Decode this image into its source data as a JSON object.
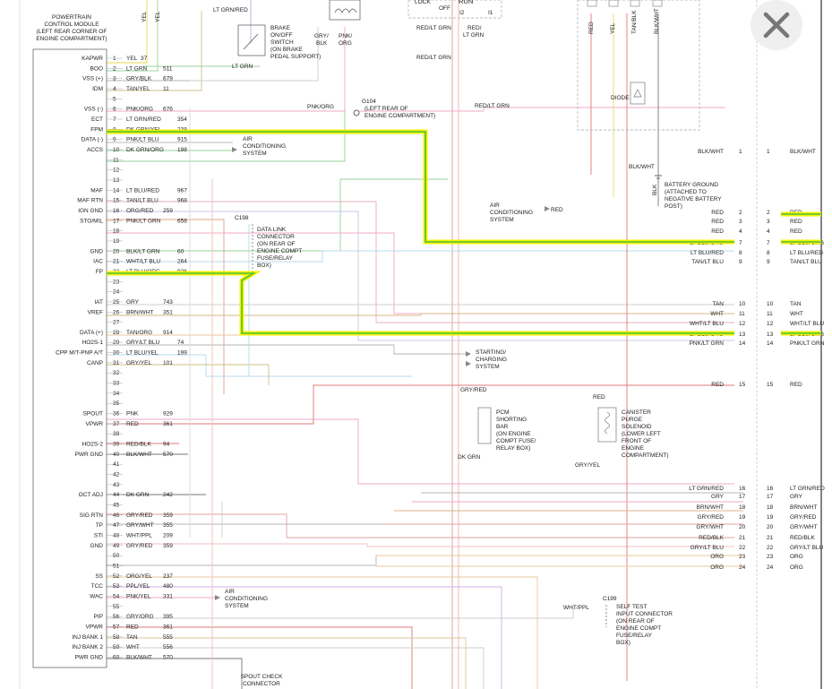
{
  "pcm": {
    "title": [
      "POWERTRAIN",
      "CONTROL MODULE",
      "(LEFT REAR CORNER OF",
      "ENGINE COMPARTMENT)"
    ],
    "pins": [
      {
        "n": "1",
        "sig": "KAPWR",
        "wire": "YEL",
        "circ": "37"
      },
      {
        "n": "2",
        "sig": "BOO",
        "wire": "LT GRN",
        "circ": "511"
      },
      {
        "n": "3",
        "sig": "VSS (+)",
        "wire": "GRY/BLK",
        "circ": "679"
      },
      {
        "n": "4",
        "sig": "IDM",
        "wire": "TAN/YEL",
        "circ": "11"
      },
      {
        "n": "5",
        "sig": "",
        "wire": "",
        "circ": ""
      },
      {
        "n": "6",
        "sig": "VSS (-)",
        "wire": "PNK/ORG",
        "circ": "676"
      },
      {
        "n": "7",
        "sig": "ECT",
        "wire": "LT GRN/RED",
        "circ": "354"
      },
      {
        "n": "8",
        "sig": "FPM",
        "wire": "DK GRN/YEL",
        "circ": "238"
      },
      {
        "n": "9",
        "sig": "DATA (-)",
        "wire": "PNK/LT BLU",
        "circ": "915"
      },
      {
        "n": "10",
        "sig": "ACCS",
        "wire": "DK GRN/ORG",
        "circ": "198"
      },
      {
        "n": "11",
        "sig": "",
        "wire": "",
        "circ": ""
      },
      {
        "n": "12",
        "sig": "",
        "wire": "",
        "circ": ""
      },
      {
        "n": "13",
        "sig": "",
        "wire": "",
        "circ": ""
      },
      {
        "n": "14",
        "sig": "MAF",
        "wire": "LT BLU/RED",
        "circ": "967"
      },
      {
        "n": "15",
        "sig": "MAF RTN",
        "wire": "TAN/LT BLU",
        "circ": "968"
      },
      {
        "n": "16",
        "sig": "IGN GND",
        "wire": "ORG/RED",
        "circ": "259"
      },
      {
        "n": "17",
        "sig": "STO/MIL",
        "wire": "PNK/LT GRN",
        "circ": "658"
      },
      {
        "n": "18",
        "sig": "",
        "wire": "",
        "circ": ""
      },
      {
        "n": "19",
        "sig": "",
        "wire": "",
        "circ": ""
      },
      {
        "n": "20",
        "sig": "GND",
        "wire": "BLK/LT GRN",
        "circ": "60"
      },
      {
        "n": "21",
        "sig": "IAC",
        "wire": "WHT/LT BLU",
        "circ": "264"
      },
      {
        "n": "22",
        "sig": "FP",
        "wire": "LT BLU/ORG",
        "circ": "926"
      },
      {
        "n": "23",
        "sig": "",
        "wire": "",
        "circ": ""
      },
      {
        "n": "24",
        "sig": "",
        "wire": "",
        "circ": ""
      },
      {
        "n": "25",
        "sig": "IAT",
        "wire": "GRY",
        "circ": "743"
      },
      {
        "n": "26",
        "sig": "VREF",
        "wire": "BRN/WHT",
        "circ": "351"
      },
      {
        "n": "27",
        "sig": "",
        "wire": "",
        "circ": ""
      },
      {
        "n": "28",
        "sig": "DATA (+)",
        "wire": "TAN/ORG",
        "circ": "914"
      },
      {
        "n": "29",
        "sig": "HO2S-1",
        "wire": "GRY/LT BLU",
        "circ": "74"
      },
      {
        "n": "30",
        "sig": "CPP M/T-PNP A/T",
        "wire": "LT BLU/YEL",
        "circ": "199"
      },
      {
        "n": "31",
        "sig": "CANP",
        "wire": "GRY/YEL",
        "circ": "101"
      },
      {
        "n": "32",
        "sig": "",
        "wire": "",
        "circ": ""
      },
      {
        "n": "33",
        "sig": "",
        "wire": "",
        "circ": ""
      },
      {
        "n": "34",
        "sig": "",
        "wire": "",
        "circ": ""
      },
      {
        "n": "35",
        "sig": "",
        "wire": "",
        "circ": ""
      },
      {
        "n": "36",
        "sig": "SPOUT",
        "wire": "PNK",
        "circ": "929"
      },
      {
        "n": "37",
        "sig": "VPWR",
        "wire": "RED",
        "circ": "361"
      },
      {
        "n": "38",
        "sig": "",
        "wire": "",
        "circ": ""
      },
      {
        "n": "39",
        "sig": "HO2S-2",
        "wire": "RED/BLK",
        "circ": "94"
      },
      {
        "n": "40",
        "sig": "PWR GND",
        "wire": "BLK/WHT",
        "circ": "570"
      },
      {
        "n": "41",
        "sig": "",
        "wire": "",
        "circ": ""
      },
      {
        "n": "42",
        "sig": "",
        "wire": "",
        "circ": ""
      },
      {
        "n": "43",
        "sig": "",
        "wire": "",
        "circ": ""
      },
      {
        "n": "44",
        "sig": "OCT ADJ",
        "wire": "DK GRN",
        "circ": "242"
      },
      {
        "n": "45",
        "sig": "",
        "wire": "",
        "circ": ""
      },
      {
        "n": "46",
        "sig": "SIG RTN",
        "wire": "GRY/RED",
        "circ": "359"
      },
      {
        "n": "47",
        "sig": "TP",
        "wire": "GRY/WHT",
        "circ": "355"
      },
      {
        "n": "48",
        "sig": "STI",
        "wire": "WHT/PPL",
        "circ": "209"
      },
      {
        "n": "49",
        "sig": "GND",
        "wire": "GRY/RED",
        "circ": "359"
      },
      {
        "n": "50",
        "sig": "",
        "wire": "",
        "circ": ""
      },
      {
        "n": "51",
        "sig": "",
        "wire": "",
        "circ": ""
      },
      {
        "n": "52",
        "sig": "SS",
        "wire": "ORG/YEL",
        "circ": "237"
      },
      {
        "n": "53",
        "sig": "TCC",
        "wire": "PPL/YEL",
        "circ": "480"
      },
      {
        "n": "54",
        "sig": "WAC",
        "wire": "PNK/YEL",
        "circ": "331"
      },
      {
        "n": "55",
        "sig": "",
        "wire": "",
        "circ": ""
      },
      {
        "n": "56",
        "sig": "PIP",
        "wire": "GRY/ORG",
        "circ": "395"
      },
      {
        "n": "57",
        "sig": "VPWR",
        "wire": "RED",
        "circ": "361"
      },
      {
        "n": "58",
        "sig": "INJ BANK 1",
        "wire": "TAN",
        "circ": "555"
      },
      {
        "n": "59",
        "sig": "INJ BANK 2",
        "wire": "WHT",
        "circ": "556"
      },
      {
        "n": "60",
        "sig": "PWR GND",
        "wire": "BLK/WHT",
        "circ": "570"
      }
    ]
  },
  "top": {
    "yel_1": "YEL",
    "yel_2": "YEL",
    "lt_grn_red": "LT GRN/RED",
    "lock": "LOCK",
    "off": "OFF",
    "run": "RUN",
    "i2": "I2",
    "i1": "I1",
    "red_lt_grn_1": "RED/LT GRN",
    "red_lt_grn_2": "RED/\nLT GRN",
    "red_lt_grn_3": "RED/LT GRN",
    "lt_grn": "LT GRN",
    "gry_blk": "GRY/\nBLK",
    "pnk_org": "PNK/\nORG",
    "brake_switch": [
      "BRAKE",
      "ON/OFF",
      "SWITCH",
      "(ON BRAKE",
      "PEDAL SUPPORT)"
    ]
  },
  "g104": {
    "label": "G104",
    "desc": [
      "(LEFT REAR OF",
      "ENGINE COMPARTMENT)"
    ],
    "pnk_org": "PNK/ORG",
    "red_lt_grn": "RED/LT GRN"
  },
  "ac_1": [
    "AIR",
    "CONDITIONING",
    "SYSTEM"
  ],
  "ac_2": [
    "AIR",
    "CONDITIONING",
    "SYSTEM"
  ],
  "ac_3": [
    "AIR",
    "CONDITIONING",
    "SYSTEM"
  ],
  "ac_2_wire": "RED",
  "c198": {
    "label": "C198",
    "desc": [
      "DATA LINK",
      "CONNECTOR",
      "(ON REAR OF",
      "ENGINE COMPT",
      "FUSE/RELAY",
      "BOX)"
    ]
  },
  "diode_box": {
    "wires": [
      "RED",
      "YEL",
      "TAN/BLK",
      "BLK/WHT"
    ],
    "diode": "DIODE"
  },
  "battery_ground": {
    "wire": "BLK/WHT",
    "wire2": "BLK",
    "desc": [
      "BATTERY GROUND",
      "(ATTACHED TO",
      "NEGATIVE BATTERY",
      "POST)"
    ]
  },
  "right_connector": {
    "rows": [
      {
        "n": "1",
        "wire": "BLK/WHT"
      },
      {
        "n": "2",
        "wire": "RED"
      },
      {
        "n": "3",
        "wire": "RED"
      },
      {
        "n": "4",
        "wire": "RED"
      },
      {
        "n": "7",
        "wire": "LT BLU/ORG"
      },
      {
        "n": "8",
        "wire": "LT BLU/RED"
      },
      {
        "n": "9",
        "wire": "TAN/LT BLU"
      },
      {
        "n": "10",
        "wire": "TAN"
      },
      {
        "n": "11",
        "wire": "WHT"
      },
      {
        "n": "12",
        "wire": "WHT/LT BLU"
      },
      {
        "n": "13",
        "wire": "LT BLU/ORG"
      },
      {
        "n": "14",
        "wire": "PNK/LT GRN"
      },
      {
        "n": "15",
        "wire": "RED"
      },
      {
        "n": "16",
        "wire": "LT GRN/RED"
      },
      {
        "n": "17",
        "wire": "GRY"
      },
      {
        "n": "18",
        "wire": "BRN/WHT"
      },
      {
        "n": "19",
        "wire": "GRY/RED"
      },
      {
        "n": "20",
        "wire": "GRY/WHT"
      },
      {
        "n": "21",
        "wire": "RED/BLK"
      },
      {
        "n": "22",
        "wire": "GRY/LT BLU"
      },
      {
        "n": "23",
        "wire": "ORG"
      },
      {
        "n": "24",
        "wire": "ORG"
      }
    ],
    "far_wires": [
      "BLK/WHT",
      "RED",
      "RED",
      "RED",
      "LT BLU/ORG",
      "LT BLU/RED",
      "TAN/LT BLU",
      "TAN",
      "WHT",
      "WHT/LT BLU",
      "LT BLU/ORG",
      "PNK/LT GRN",
      "RED",
      "LT GRN/RED",
      "GRY",
      "BRN/WHT",
      "GRY/RED",
      "GRY/WHT",
      "RED/BLK",
      "GRY/LT BLU",
      "ORG",
      "ORG"
    ]
  },
  "starting": [
    "STARTING/",
    "CHARGING",
    "SYSTEM"
  ],
  "pcm_shorting_bar": {
    "wire_top": "GRY/RED",
    "wire_bottom": "DK GRN",
    "desc": [
      "PCM",
      "SHORTING",
      "BAR",
      "(ON ENGINE",
      "COMPT FUSE/",
      "RELAY BOX)"
    ]
  },
  "canister": {
    "wire_top": "RED",
    "wire_bottom": "GRY/YEL",
    "desc": [
      "CANISTER",
      "PURGE",
      "SOLENOID",
      "(LOWER LEFT",
      "FRONT OF",
      "ENGINE",
      "COMPARTMENT)"
    ]
  },
  "c199": {
    "label": "C199",
    "wire": "WHT/PPL",
    "desc": [
      "SELF TEST",
      "INPUT CONNECTOR",
      "(ON REAR OF",
      "ENGINE COMPT",
      "FUSE/RELAY",
      "BOX)"
    ]
  },
  "spout_check": [
    "SPOUT CHECK",
    "CONNECTOR"
  ],
  "colors": {
    "highlight_yellow": "#f4f000",
    "highlight_green": "#49c23c"
  },
  "close_icon": "close-icon"
}
